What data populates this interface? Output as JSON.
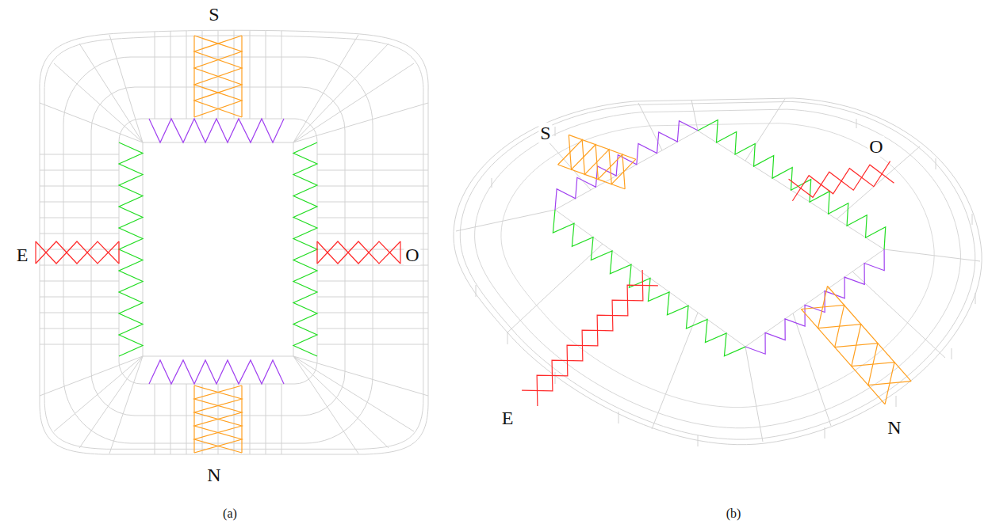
{
  "diagram": {
    "labels": [
      "S",
      "E",
      "O",
      "N",
      "(a)",
      "S",
      "O",
      "E",
      "N",
      "(b)"
    ]
  }
}
